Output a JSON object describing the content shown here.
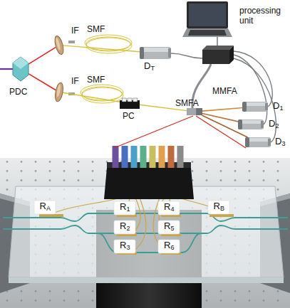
{
  "diagram": {
    "nodes": [
      {
        "text": [
          "PDC"
        ]
      },
      {
        "text": [
          "IF"
        ]
      },
      {
        "text": [
          "IF"
        ]
      },
      {
        "text": [
          "DT"
        ]
      },
      {
        "text": [
          "PC"
        ]
      },
      {
        "text": [
          "SMFA"
        ]
      },
      {
        "text": [
          "D1"
        ]
      },
      {
        "text": [
          "D2"
        ]
      },
      {
        "text": [
          "D3"
        ]
      },
      {
        "text": [
          "processing unit"
        ]
      },
      {
        "text": [
          "RA"
        ]
      },
      {
        "text": [
          "R1"
        ]
      },
      {
        "text": [
          "R4"
        ]
      },
      {
        "text": [
          "RB"
        ]
      },
      {
        "text": [
          "R2"
        ]
      },
      {
        "text": [
          "R5"
        ]
      },
      {
        "text": [
          "R3"
        ]
      },
      {
        "text": [
          "R6"
        ]
      }
    ],
    "edges": [
      {
        "from": 0,
        "to": 1,
        "arrow": "none"
      },
      {
        "from": 0,
        "to": 2,
        "arrow": "none"
      },
      {
        "from": 1,
        "to": 3,
        "label": "SMF",
        "arrow": "none"
      },
      {
        "from": 2,
        "to": 4,
        "label": "SMF",
        "arrow": "none"
      },
      {
        "from": 4,
        "to": 5,
        "arrow": "none"
      },
      {
        "from": 5,
        "to": 6,
        "arrow": "none"
      },
      {
        "from": 5,
        "to": 7,
        "arrow": "none"
      },
      {
        "from": 5,
        "to": 8,
        "arrow": "none"
      }
    ],
    "labels": [
      "MMFA"
    ]
  }
}
